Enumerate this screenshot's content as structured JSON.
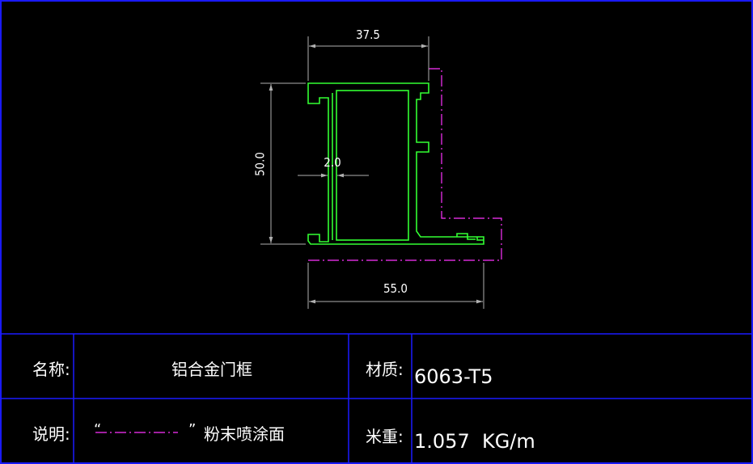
{
  "colors": {
    "background": "#000000",
    "frame": "#1a1aff",
    "profile": "#33ff33",
    "dimension": "#b0b0b0",
    "phantom": "#ff33ff",
    "text": "#ffffff"
  },
  "drawing": {
    "dim_top": "37.5",
    "dim_left": "50.0",
    "dim_wall": "2.0",
    "dim_bottom": "55.0"
  },
  "title_block": {
    "name_label": "名称:",
    "name_value": "铝合金门框",
    "material_label": "材质:",
    "material_value": "6063-T5",
    "note_label": "说明:",
    "note_quote_open": "“",
    "note_quote_close": "”",
    "note_value": "粉末喷涂面",
    "weight_label": "米重:",
    "weight_value": "1.057  KG/m"
  }
}
